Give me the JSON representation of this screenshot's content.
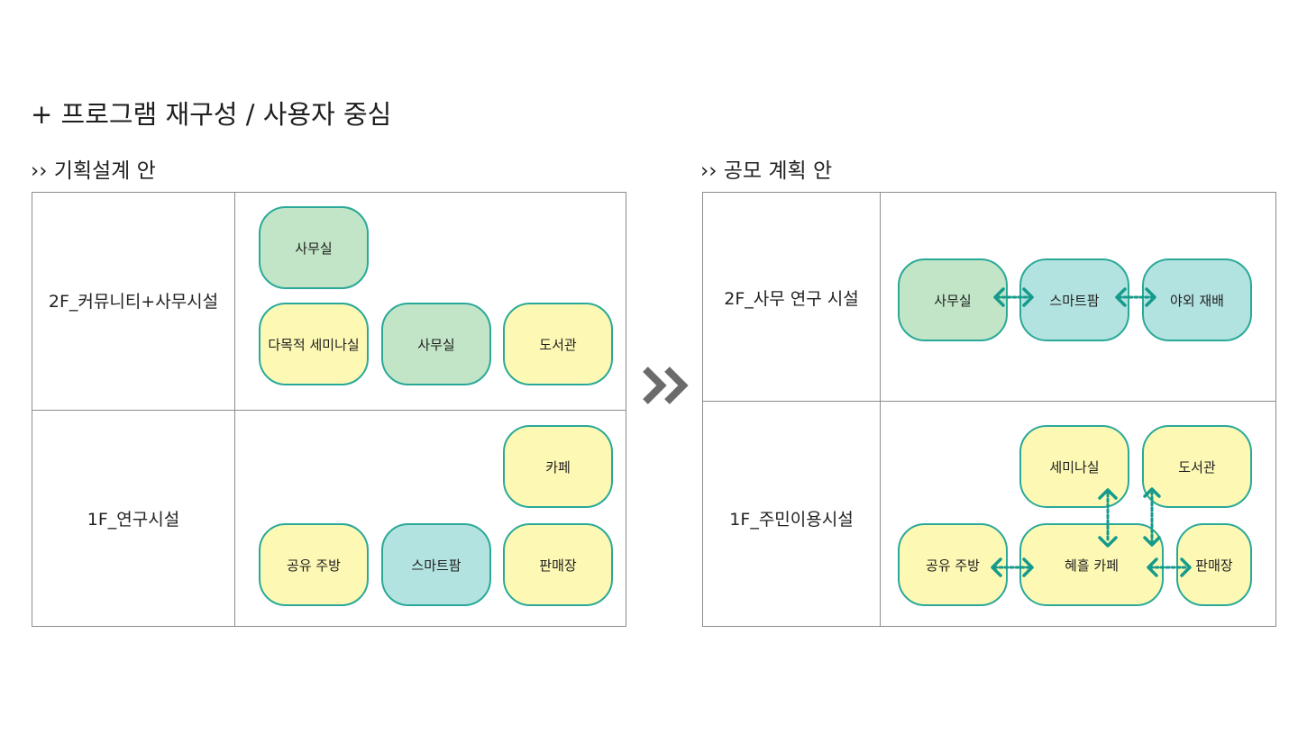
{
  "title": "+ 프로그램 재구성 / 사용자 중심",
  "left": {
    "heading": "›› 기획설계 안",
    "rows": [
      {
        "label": "2F_커뮤니티+사무시설"
      },
      {
        "label": "1F_연구시설"
      }
    ],
    "boxes": {
      "office_top": "사무실",
      "seminar": "다목적 세미나실",
      "office_mid": "사무실",
      "library": "도서관",
      "cafe": "카페",
      "kitchen": "공유 주방",
      "smartfarm": "스마트팜",
      "shop": "판매장"
    }
  },
  "right": {
    "heading": "›› 공모 계획 안",
    "rows": [
      {
        "label": "2F_사무 연구 시설"
      },
      {
        "label": "1F_주민이용시설"
      }
    ],
    "boxes": {
      "office": "사무실",
      "smartfarm": "스마트팜",
      "outdoor": "야외 재배",
      "seminar": "세미나실",
      "library": "도서관",
      "kitchen": "공유 주방",
      "cafe": "혜흘 카페",
      "shop": "판매장"
    }
  },
  "colors": {
    "green": "#c1e5c6",
    "yellow": "#fdf9b5",
    "teal": "#b3e3e0",
    "border": "#2aa998",
    "arrow": "#159a8c",
    "big_arrow": "#6b6b6b"
  }
}
